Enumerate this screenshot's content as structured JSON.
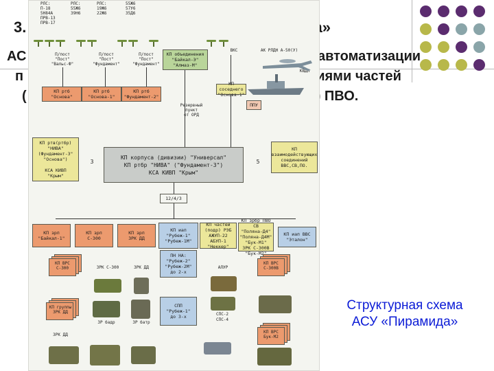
{
  "slide": {
    "title_start": "3.",
    "title_end": "ида»",
    "subtitle": {
      "line1_start": "АС",
      "line1_end": "автоматизации",
      "line2_start": "п",
      "line2_end": "ствиями частей",
      "line3_start": "(",
      "line3_end": "д) ПВО."
    },
    "caption": {
      "line1": "Структурная схема",
      "line2": "АСУ «Пирамида»"
    },
    "accent_colors": {
      "dots_purple": "#5b2c6f",
      "dots_olive": "#b8b84a",
      "dots_teal": "#8aa5a9",
      "caption_blue": "#0b1bd6"
    }
  },
  "scheme": {
    "radar_table": {
      "col1": "РЛС:\nП-18\n5Н84А\nПРВ-13\nПРВ-17",
      "col2": "РЛС:\n55Ж6\n39Н6",
      "col3": "РЛС:\n19Ж6\n22Ж6",
      "col4": "55Ж6\n57У6\n35Д6"
    },
    "top_labels": {
      "post_a": "П/пост\n\"Пост\"\n\"Вальс-Ф\"",
      "post_b": "П/пост\n\"Пост\"\n\"Фундамент\"",
      "post_c": "П/пост\n\"Пост\"\n\"Фундамент\"",
      "kp_union": "КП объединения\n\"Байкал-Э\"\n\"Алмаз-М\"",
      "vks": "ВКС",
      "ak_rlda": "АК РЛДН А-50(У)",
      "kvdp": "КВДП"
    },
    "rtb_boxes": [
      {
        "label": "КП ртб\n\"Основа\""
      },
      {
        "label": "КП ртб\n\"Основа-1\""
      },
      {
        "label": "КП ртб\n\"Фундамент-2\""
      }
    ],
    "side_small": "КП соседнего\n\"Основа-1\"",
    "ppu": "ППУ",
    "reserve": "Резервный пункт\nот ОРД",
    "left_rtb": "КП ртв(ртбр)\n\"НИВА\"\n(Фундамент-3\"\n\"Основа\")\n\nКСА КИВП\n\"Крым\"",
    "center_main": {
      "line1": "КП корпуса (дивизии) \"Универсал\"",
      "line2": "КП ртбр \"НИВА\" (\"Фундамент-3\")",
      "line3": "КСА КИВП \"Крым\""
    },
    "side_num_left": "3",
    "side_num_right": "5",
    "right_info": "КП\nвзаимодействующих\nсоединений\nВВС,СВ,ПО.",
    "hub_label": "12/4/3",
    "bottom_boxes": [
      {
        "label": "КП зрп\n\"Байкал-1\""
      },
      {
        "label": "КП зрп\nС-300"
      },
      {
        "label": "КП зрп\nЗРК ДД"
      },
      {
        "label": "КП иап\n\"Рубеж-1\"\n\"Рубеж-1М\""
      },
      {
        "label": "КП частей\n(подр) РЭБ\nАЖУП-22\nАБУП-1\n\"Неккер\""
      },
      {
        "label": "КП зрбр ПВО СВ\n\"Поляна-Д4\"\n\"Поляна-Д4М\"\n\"Бук-М1\"\nЗРК С-300В\n\"Бук-М2\""
      },
      {
        "label": "КП иап ВВС\n\"Эталон\""
      }
    ],
    "lower_labels": {
      "kp_vrs_1": "КП ВРС\nС-300",
      "zrk_s300": "ЗРК С-300",
      "zrk_dd": "ЗРК ДД",
      "pn_na": "ПН НА:\n\"Рубеж-2\"\n\"Рубеж-2М\"\nдо 2-х",
      "alur": "АЛУР",
      "kp_vrs_2": "КП ВРС\nС-300В",
      "kp_group": "КП группы\nЗРК ДД",
      "spp": "СПП\n\"Рубеж-1\"\nдо 3-х",
      "sps2": "СПС-2",
      "sps4": "СПС-4",
      "kp_vrs_3": "КП ВРС\nБук-М2",
      "zrk_bdr": "ЗР бадр",
      "zr_batr": "ЗР батр",
      "zrk_dd_2": "ЗРК ДД"
    }
  }
}
